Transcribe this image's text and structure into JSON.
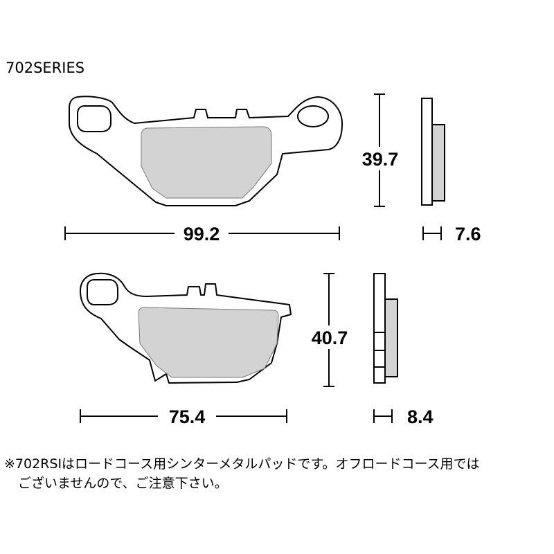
{
  "series_title": "702SERIES",
  "pads": [
    {
      "name": "upper-pad",
      "width": "99.2",
      "height": "39.7",
      "thickness": "7.6"
    },
    {
      "name": "lower-pad",
      "width": "75.4",
      "height": "40.7",
      "thickness": "8.4"
    }
  ],
  "note": {
    "line1": "※702RSIはロードコース用シンターメタルパッドです。オフロードコース用では",
    "line2": "ございませんので、ご注意下さい。"
  },
  "colors": {
    "friction_material": "#d3d3d3",
    "outline": "#000000",
    "background": "#ffffff"
  }
}
